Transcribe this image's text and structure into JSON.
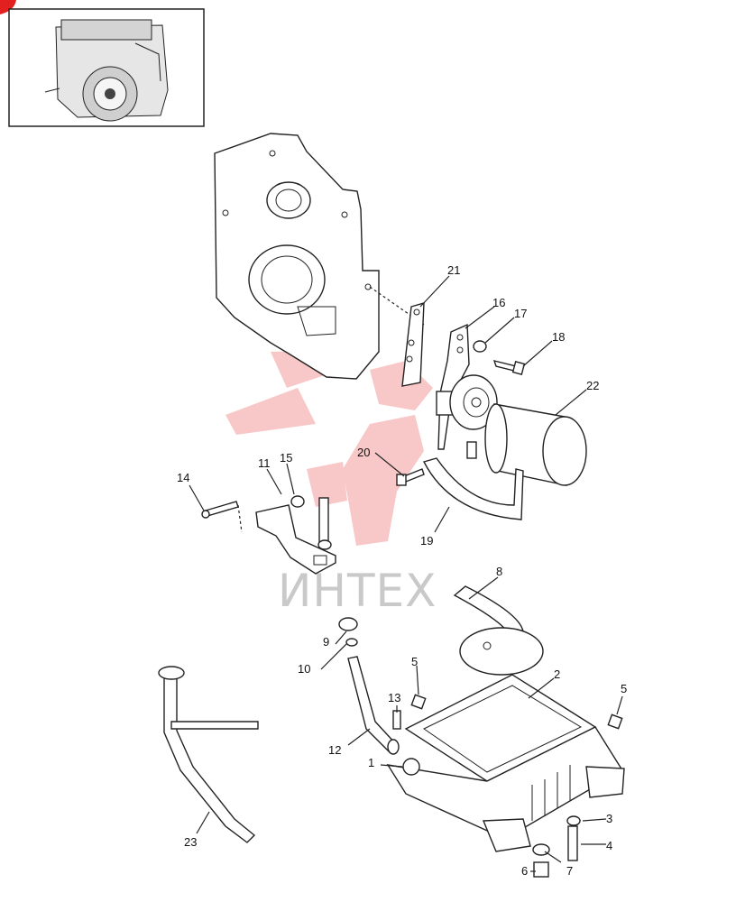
{
  "watermark": {
    "text": "ИНТЕХ",
    "color": "#e83a3a"
  },
  "labels": {
    "p1": "1",
    "p2": "2",
    "p3": "3",
    "p4": "4",
    "p5a": "5",
    "p5b": "5",
    "p6": "6",
    "p7": "7",
    "p8": "8",
    "p9": "9",
    "p10": "10",
    "p11": "11",
    "p12": "12",
    "p13": "13",
    "p14": "14",
    "p15": "15",
    "p16": "16",
    "p17": "17",
    "p18": "18",
    "p19": "19",
    "p20": "20",
    "p21": "21",
    "p22": "22",
    "p23": "23"
  },
  "icons": {
    "corner_marker": "red-corner-marker-icon",
    "inset": "engine-thumbnail-icon"
  }
}
